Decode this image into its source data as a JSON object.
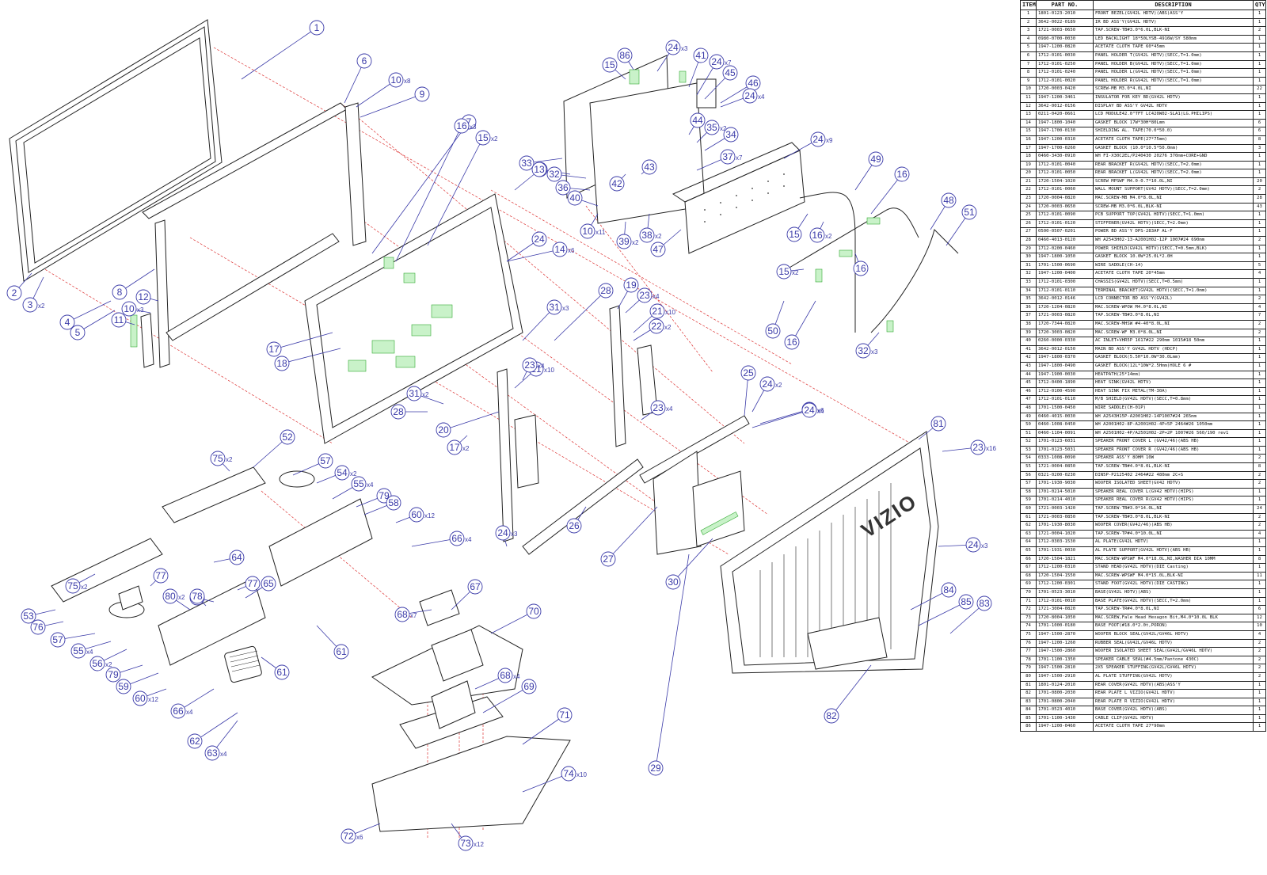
{
  "bom": {
    "headers": {
      "item": "ITEM",
      "part": "PART NO.",
      "desc": "DESCRIPTION",
      "qty": "QTY"
    },
    "rows": [
      [
        "1",
        "1801-0123-2010",
        "FRONT BEZEL(GV42L HDTV)(ABS)ASS'Y",
        "1"
      ],
      [
        "2",
        "3642-0022-0189",
        "IR BD ASS'Y(GV42L HDTV)",
        "1"
      ],
      [
        "3",
        "1721-0003-0650",
        "TAP.SCREW-TB#3.0*6.0L,BLK-NI",
        "2"
      ],
      [
        "4",
        "0980-0700-0030",
        "LED BACKLIGHT 18*50LYSB-4916W/SY 580mm",
        "1"
      ],
      [
        "5",
        "1947-1200-0820",
        "ACETATE CLOTH TAPE 60*45mm",
        "1"
      ],
      [
        "6",
        "1712-0101-0030",
        "PANEL HOLDER T(GV42L HDTV)(SECC,T=1.0mm)",
        "1"
      ],
      [
        "7",
        "1712-0101-0250",
        "PANEL HOLDER B(GV42L HDTV)(SECC,T=1.0mm)",
        "1"
      ],
      [
        "8",
        "1712-0101-0240",
        "PANEL HOLDER L(GV42L HDTV)(SECC,T=1.0mm)",
        "1"
      ],
      [
        "9",
        "1712-0101-0020",
        "PANEL HOLDER R(GV42L HDTV)(SECC,T=1.0mm)",
        "1"
      ],
      [
        "10",
        "1720-0003-0420",
        "SCREW-MB M3.0*4.0L,NI",
        "22"
      ],
      [
        "11",
        "1947-1200-3461",
        "INSULATOR FOR KEY BD(GV42L HDTV)",
        "1"
      ],
      [
        "12",
        "3642-0012-0156",
        "DISPLAY BD ASS'Y GV42L HDTV",
        "1"
      ],
      [
        "13",
        "0211-0420-0661",
        "LCD MODULE42.0\"TFT LC420W02-SLA1(LG.PHILIPS)",
        "1"
      ],
      [
        "14",
        "1947-1800-1040",
        "GASKET BLOCK 17W*30H*80Lmm",
        "6"
      ],
      [
        "15",
        "1947-1700-0130",
        "SHIELDING AL. TAPE(70.0*50.0)",
        "6"
      ],
      [
        "16",
        "1947-1200-0310",
        "ACETATE CLOTH TAPE(27*75mm)",
        "8"
      ],
      [
        "17",
        "1947-1700-0260",
        "GASKET BLOCK (10.0*10.5*50.0mm)",
        "3"
      ],
      [
        "18",
        "0460-3430-0910",
        "WH FI-X30C2EL/P240430 20276 370mm+CORE+GND",
        "1"
      ],
      [
        "19",
        "1712-0101-0040",
        "REAR BRACKET R(GV42L HDTV)(SECC,T=2.0mm)",
        "1"
      ],
      [
        "20",
        "1712-0101-0050",
        "REAR BRACKET L(GV42L HDTV)(SECC,T=2.0mm)",
        "1"
      ],
      [
        "21",
        "1720-1504-1020",
        "SCREW MPSWF M4.0-0.7*10.0L,NI",
        "20"
      ],
      [
        "22",
        "1712-0101-0060",
        "WALL MOUNT SUPPORT(GV42 HDTV)(SECC,T=2.0mm)",
        "2"
      ],
      [
        "23",
        "1720-0004-0820",
        "MAC.SCREW-MB M4.0*8.0L,NI",
        "28"
      ],
      [
        "24",
        "1720-0003-0650",
        "SCREW-MB M3.0*6.0L,BLK-NI",
        "43"
      ],
      [
        "25",
        "1712-0101-0090",
        "PCB SUPPORT TOP(GV42L HDTV)(SECC,T=1.0mm)",
        "1"
      ],
      [
        "26",
        "1712-0101-0120",
        "STIFFENER(GV42L HDTV)(SECC,T=2.0mm)",
        "1"
      ],
      [
        "27",
        "0500-0507-0201",
        "POWER BD ASS'Y DPS-283AP AL-F",
        "1"
      ],
      [
        "28",
        "0460-4013-0120",
        "WH A2543H02-13-A2001H02-12P 1007#24 690mm",
        "2"
      ],
      [
        "29",
        "1712-0200-0460",
        "POWER SHIELD(GV42L HDTV)(SECC,T=0.5mm,BLK)",
        "1"
      ],
      [
        "30",
        "1947-1800-1050",
        "GASKET BLOCK 10.0W*25.0L*2.0H",
        "1"
      ],
      [
        "31",
        "1701-1500-0690",
        "WIRE SADDLE(CH-14)",
        "5"
      ],
      [
        "32",
        "1947-1200-0400",
        "ACETATE CLOTH TAPE 20*45mm",
        "4"
      ],
      [
        "33",
        "1712-0101-0300",
        "CHASSIS(GV42L HDTV)(SECC,T=0.5mm)",
        "1"
      ],
      [
        "34",
        "1712-0101-0110",
        "TERMINAL BRACKET(GV42L HDTV)(SECC,T=1.0mm)",
        "1"
      ],
      [
        "35",
        "3642-0012-0146",
        "LCD CONNECTOR BD ASS'Y(GV42L)",
        "2"
      ],
      [
        "36",
        "1720-1204-0820",
        "MAC.SCREW-WPOW M4.0*8.0L,NI",
        "4"
      ],
      [
        "37",
        "1721-0003-0820",
        "TAP.SCREW-TB#3.0*8.0L,NI",
        "7"
      ],
      [
        "38",
        "1720-7344-0820",
        "MAC.SCREW-MHSW #4-40*8.0L,NI",
        "2"
      ],
      [
        "39",
        "1720-3003-0820",
        "MAC.SCREW-WF M3.0*8.0L,NI",
        "2"
      ],
      [
        "40",
        "0260-0000-0330",
        "AC INLET+VHR5P 1617#22 290mm 1015#18 50mm",
        "1"
      ],
      [
        "41",
        "3642-0012-0150",
        "MAIN BD ASS'Y GV42L HDTV (HDCP)",
        "1"
      ],
      [
        "42",
        "1947-1800-0370",
        "GASKET BLOCK(5.5H*10.0W*30.0Lmm)",
        "1"
      ],
      [
        "43",
        "1947-1800-0490",
        "GASKET BLOCK(12L*10W*2.5Hmm)HOLE 6 #",
        "1"
      ],
      [
        "44",
        "1947-1900-0030",
        "HEATPATH(25*14mm)",
        "1"
      ],
      [
        "45",
        "1712-0400-1890",
        "HEAT SINK(GV42L HDTV)",
        "1"
      ],
      [
        "46",
        "1712-0100-4590",
        "HEAT SINK FIX METAL(TM-30A)",
        "1"
      ],
      [
        "47",
        "1712-0101-0110",
        "M/B SHIELD(GV42L HDTV)(SECC,T=0.8mm)",
        "1"
      ],
      [
        "48",
        "1701-1500-0450",
        "WIRE SADDLE(CH-01P)",
        "1"
      ],
      [
        "49",
        "0460-4015-0030",
        "WH A2543H15P-A2001H02-14P1007#24 265mm",
        "1"
      ],
      [
        "50",
        "0460-1008-0450",
        "WH A2001H02-8P-A2001H02-4P+5P 2464#26 1050mm",
        "1"
      ],
      [
        "51",
        "0460-1104-0091",
        "WH A2501H02-4P/A2501H02-2P+2P 1007#26 560/190 rev1",
        "1"
      ],
      [
        "52",
        "1701-0123-6031",
        "SPEAKER FRONT COVER L (GV42/46)(ABS HB)",
        "1"
      ],
      [
        "53",
        "1701-0123-5031",
        "SPEAKER FRONT COVER R (GV42/46)(ABS HB)",
        "1"
      ],
      [
        "54",
        "0333-1008-0090",
        "SPEAKER ASS'Y 8OHM 10W",
        "2"
      ],
      [
        "55",
        "1721-0004-0850",
        "TAP.SCREW-TB#4.0*8.0L,BLK-NI",
        "8"
      ],
      [
        "56",
        "0321-0200-0230",
        "DIN5P-P2125402 2464#22 480mm 2C+S",
        "2"
      ],
      [
        "57",
        "1701-1930-9030",
        "WOOFER ISOLATED SHEET(GV42 HDTV)",
        "2"
      ],
      [
        "58",
        "1701-0214-5010",
        "SPEAKER REAL COVER L(GV42 HDTV)(HIPS)",
        "1"
      ],
      [
        "59",
        "1701-0214-4010",
        "SPEAKER REAL COVER R(GV42 HDTV)(HIPS)",
        "1"
      ],
      [
        "60",
        "1721-0003-1420",
        "TAP.SCREW-TB#3.0*14.0L,NI",
        "24"
      ],
      [
        "61",
        "1721-0003-0850",
        "TAP.SCREW-TB#3.0*8.0L,BLK-NI",
        "2"
      ],
      [
        "62",
        "1701-1930-8030",
        "WOOFER COVER(GV42/46)(ABS HB)",
        "2"
      ],
      [
        "63",
        "1721-0004-1020",
        "TAP.SCREW-TP#4.0*10.0L,NI",
        "4"
      ],
      [
        "64",
        "1712-0303-1530",
        "AL PLATE(GV42L HDTV)",
        "1"
      ],
      [
        "65",
        "1701-1931-0030",
        "AL PLATE SUPPORT(GV42L HDTV)(ABS HB)",
        "1"
      ],
      [
        "66",
        "1720-1504-1821",
        "MAC.SCREW-WPSWF M4.0*18.0L,NI,WASHER DIA 10MM",
        "8"
      ],
      [
        "67",
        "1712-1200-0310",
        "STAND HEAD(GV42L HDTV)(DIE Casting)",
        "1"
      ],
      [
        "68",
        "1720-1504-1550",
        "MAC.SCREW-WPSWF M4.0*15.0L,BLK-NI",
        "11"
      ],
      [
        "69",
        "1712-1200-0301",
        "STAND FOOT(GV42L HDTV)(DIE CASTING)",
        "1"
      ],
      [
        "70",
        "1701-0523-3010",
        "BASE(GV42L HDTV)(ABS)",
        "1"
      ],
      [
        "71",
        "1712-0101-0010",
        "BASE PLATE(GV42L HDTV)(SECC,T=2.0mm)",
        "1"
      ],
      [
        "72",
        "1721-3004-0820",
        "TAP.SCREW-TR#4.0*8.0L,NI",
        "6"
      ],
      [
        "73",
        "1720-8004-1050",
        "MAC.SCREW,Fale Head Hexagon Bit,M4.0*10.0L BLK",
        "12"
      ],
      [
        "74",
        "1701-1000-0180",
        "BASE FOOT(#18.0*2.0t,PORON)",
        "10"
      ],
      [
        "75",
        "1947-1500-2870",
        "WOOFER BLOCK SEAL(GV42L/GV46L HDTV)",
        "4"
      ],
      [
        "76",
        "1947-1200-1260",
        "RUBBER SEAL(GV42L/GV46L HDTV)",
        "2"
      ],
      [
        "77",
        "1947-1500-2860",
        "WOOFER ISOLATED SHEET SEAL(GV42L/GV46L HDTV)",
        "2"
      ],
      [
        "78",
        "1701-1100-1350",
        "SPEAKER CABLE SEAL(#4.5mm/Pantone 430C)",
        "2"
      ],
      [
        "79",
        "1947-1500-2810",
        "2X5 SPEAKER STUFFING(GV42L/GV46L HDTV)",
        "2"
      ],
      [
        "80",
        "1947-1500-2910",
        "AL PLATE STUFFING(GV42L HDTV)",
        "2"
      ],
      [
        "81",
        "1801-0124-2010",
        "REAR COVER(GV42L HDTV)(ABS)ASS'Y",
        "1"
      ],
      [
        "82",
        "1701-0800-2030",
        "REAR PLATE L VIZIO(GV42L HDTV)",
        "1"
      ],
      [
        "83",
        "1701-0800-2040",
        "REAR PLATE R VIZIO(GV42L HDTV)",
        "1"
      ],
      [
        "84",
        "1701-0523-4010",
        "BASE COVER(GV42L HDTV)(ABS)",
        "1"
      ],
      [
        "85",
        "1701-1100-1430",
        "CABLE CLIP(GV42L HDTV)",
        "1"
      ],
      [
        "86",
        "1947-1200-0460",
        "ACETATE CLOTH TAPE 27*90mm",
        "1"
      ]
    ]
  },
  "drawing": {
    "brand": "VIZIO",
    "colors": {
      "callout": "#3a3aa8",
      "dashed": "#dd3333",
      "highlight": "#33aa33",
      "line": "#222222"
    },
    "callouts": [
      {
        "n": "1",
        "m": ""
      },
      {
        "n": "2",
        "m": ""
      },
      {
        "n": "3",
        "m": "x2"
      },
      {
        "n": "4",
        "m": ""
      },
      {
        "n": "5",
        "m": ""
      },
      {
        "n": "6",
        "m": ""
      },
      {
        "n": "7",
        "m": ""
      },
      {
        "n": "8",
        "m": ""
      },
      {
        "n": "9",
        "m": ""
      },
      {
        "n": "10",
        "m": "x8"
      },
      {
        "n": "10",
        "m": "x3"
      },
      {
        "n": "11",
        "m": ""
      },
      {
        "n": "12",
        "m": ""
      },
      {
        "n": "13",
        "m": ""
      },
      {
        "n": "14",
        "m": "x6"
      },
      {
        "n": "15",
        "m": "x2"
      },
      {
        "n": "16",
        "m": "x3"
      },
      {
        "n": "17",
        "m": ""
      },
      {
        "n": "18",
        "m": ""
      },
      {
        "n": "19",
        "m": ""
      },
      {
        "n": "20",
        "m": ""
      },
      {
        "n": "21",
        "m": "x10"
      },
      {
        "n": "21",
        "m": "x10"
      },
      {
        "n": "22",
        "m": "x2"
      },
      {
        "n": "23",
        "m": "x4"
      },
      {
        "n": "23",
        "m": "x4"
      },
      {
        "n": "23",
        "m": "x4"
      },
      {
        "n": "24",
        "m": ""
      },
      {
        "n": "24",
        "m": "x2"
      },
      {
        "n": "24",
        "m": "x6"
      },
      {
        "n": "24",
        "m": "x4"
      },
      {
        "n": "24",
        "m": "x3"
      },
      {
        "n": "25",
        "m": ""
      },
      {
        "n": "26",
        "m": ""
      },
      {
        "n": "27",
        "m": ""
      },
      {
        "n": "28",
        "m": ""
      },
      {
        "n": "28",
        "m": ""
      },
      {
        "n": "29",
        "m": ""
      },
      {
        "n": "30",
        "m": ""
      },
      {
        "n": "31",
        "m": "x3"
      },
      {
        "n": "31",
        "m": "x2"
      },
      {
        "n": "17",
        "m": "x2"
      },
      {
        "n": "15",
        "m": ""
      },
      {
        "n": "86",
        "m": ""
      },
      {
        "n": "24",
        "m": "x3"
      },
      {
        "n": "41",
        "m": ""
      },
      {
        "n": "24",
        "m": "x7"
      },
      {
        "n": "45",
        "m": ""
      },
      {
        "n": "46",
        "m": ""
      },
      {
        "n": "24",
        "m": "x4"
      },
      {
        "n": "44",
        "m": ""
      },
      {
        "n": "35",
        "m": "x2"
      },
      {
        "n": "34",
        "m": ""
      },
      {
        "n": "33",
        "m": ""
      },
      {
        "n": "13",
        "m": ""
      },
      {
        "n": "32",
        "m": ""
      },
      {
        "n": "36",
        "m": ""
      },
      {
        "n": "40",
        "m": ""
      },
      {
        "n": "42",
        "m": ""
      },
      {
        "n": "43",
        "m": ""
      },
      {
        "n": "37",
        "m": "x7"
      },
      {
        "n": "24",
        "m": "x9"
      },
      {
        "n": "10",
        "m": "x11"
      },
      {
        "n": "39",
        "m": "x2"
      },
      {
        "n": "38",
        "m": "x2"
      },
      {
        "n": "47",
        "m": ""
      },
      {
        "n": "49",
        "m": ""
      },
      {
        "n": "16",
        "m": ""
      },
      {
        "n": "15",
        "m": ""
      },
      {
        "n": "16",
        "m": "x2"
      },
      {
        "n": "16",
        "m": ""
      },
      {
        "n": "15",
        "m": "x2"
      },
      {
        "n": "16",
        "m": ""
      },
      {
        "n": "50",
        "m": ""
      },
      {
        "n": "48",
        "m": ""
      },
      {
        "n": "51",
        "m": ""
      },
      {
        "n": "32",
        "m": "x3"
      },
      {
        "n": "52",
        "m": ""
      },
      {
        "n": "75",
        "m": "x2"
      },
      {
        "n": "57",
        "m": ""
      },
      {
        "n": "54",
        "m": "x2"
      },
      {
        "n": "55",
        "m": "x4"
      },
      {
        "n": "79",
        "m": ""
      },
      {
        "n": "58",
        "m": ""
      },
      {
        "n": "60",
        "m": "x12"
      },
      {
        "n": "66",
        "m": "x4"
      },
      {
        "n": "75",
        "m": "x2"
      },
      {
        "n": "77",
        "m": ""
      },
      {
        "n": "64",
        "m": ""
      },
      {
        "n": "77",
        "m": ""
      },
      {
        "n": "65",
        "m": ""
      },
      {
        "n": "78",
        "m": ""
      },
      {
        "n": "53",
        "m": ""
      },
      {
        "n": "76",
        "m": ""
      },
      {
        "n": "57",
        "m": ""
      },
      {
        "n": "80",
        "m": "x2"
      },
      {
        "n": "78",
        "m": ""
      },
      {
        "n": "61",
        "m": ""
      },
      {
        "n": "55",
        "m": "x4"
      },
      {
        "n": "56",
        "m": "x2"
      },
      {
        "n": "79",
        "m": ""
      },
      {
        "n": "59",
        "m": ""
      },
      {
        "n": "60",
        "m": "x12"
      },
      {
        "n": "61",
        "m": ""
      },
      {
        "n": "66",
        "m": "x4"
      },
      {
        "n": "62",
        "m": ""
      },
      {
        "n": "63",
        "m": "x4"
      },
      {
        "n": "67",
        "m": ""
      },
      {
        "n": "68",
        "m": "x7"
      },
      {
        "n": "70",
        "m": ""
      },
      {
        "n": "68",
        "m": "x4"
      },
      {
        "n": "69",
        "m": ""
      },
      {
        "n": "71",
        "m": ""
      },
      {
        "n": "74",
        "m": "x10"
      },
      {
        "n": "72",
        "m": "x6"
      },
      {
        "n": "73",
        "m": "x12"
      },
      {
        "n": "81",
        "m": ""
      },
      {
        "n": "23",
        "m": "x16"
      },
      {
        "n": "24",
        "m": "x3"
      },
      {
        "n": "84",
        "m": ""
      },
      {
        "n": "85",
        "m": ""
      },
      {
        "n": "83",
        "m": ""
      },
      {
        "n": "82",
        "m": ""
      }
    ]
  }
}
